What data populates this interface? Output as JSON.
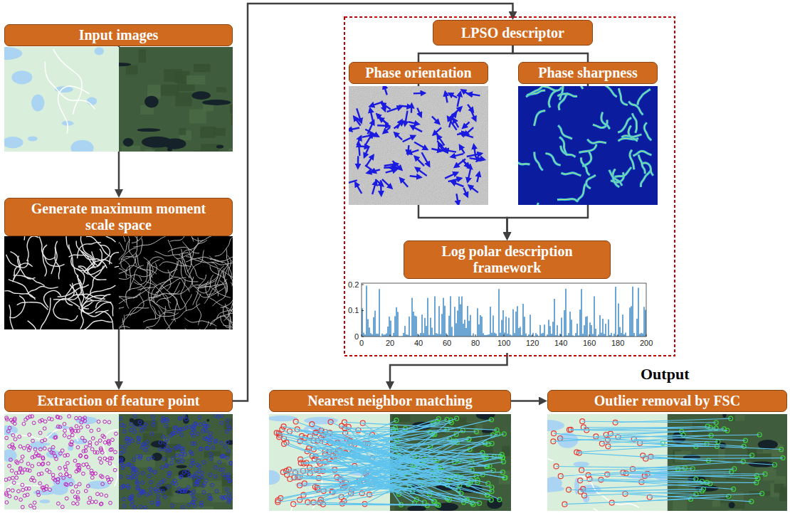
{
  "diagram": {
    "nodes": [
      {
        "text": [
          "Input images"
        ]
      },
      {
        "text": [
          "Generate maximum moment scale space"
        ]
      },
      {
        "text": [
          "Extraction of feature point"
        ]
      },
      {
        "text": [
          "LPSO descriptor"
        ]
      },
      {
        "text": [
          "Phase orientation"
        ]
      },
      {
        "text": [
          "Phase sharpness"
        ]
      },
      {
        "text": [
          "Log polar description framework"
        ]
      },
      {
        "text": [
          "Nearest neighbor matching"
        ]
      },
      {
        "text": [
          "Outlier removal by FSC"
        ]
      }
    ],
    "edges": [
      {
        "from": 0,
        "to": 1,
        "arrow": "to"
      },
      {
        "from": 1,
        "to": 2,
        "arrow": "to"
      },
      {
        "from": 2,
        "to": 3,
        "arrow": "to"
      },
      {
        "from": 3,
        "to": 4,
        "arrow": "none"
      },
      {
        "from": 3,
        "to": 5,
        "arrow": "none"
      },
      {
        "from": 4,
        "to": 6,
        "arrow": "to"
      },
      {
        "from": 5,
        "to": 6,
        "arrow": "to"
      },
      {
        "from": 6,
        "to": 7,
        "arrow": "to"
      },
      {
        "from": 7,
        "to": 8,
        "arrow": "to"
      }
    ],
    "labels": [
      "Output",
      "0.2",
      "0.1",
      "0",
      "0",
      "20",
      "40",
      "60",
      "80",
      "100",
      "120",
      "140",
      "160",
      "180",
      "200"
    ]
  }
}
